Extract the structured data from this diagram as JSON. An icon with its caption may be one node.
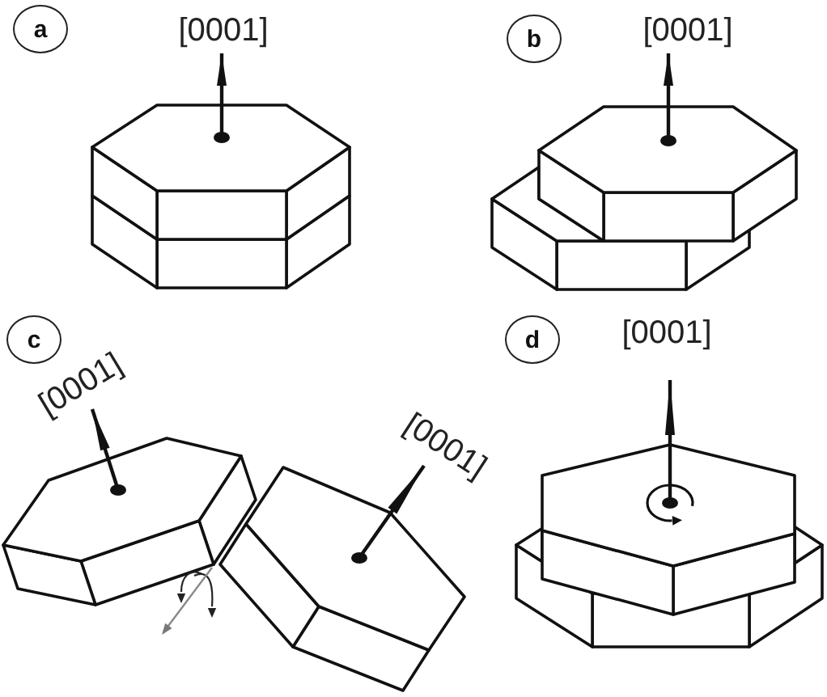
{
  "diagram": {
    "nodes": [
      {
        "text": [
          "a"
        ]
      },
      {
        "text": [
          "b"
        ]
      },
      {
        "text": [
          "c"
        ]
      },
      {
        "text": [
          "d"
        ]
      }
    ],
    "labels": [
      "[0001]",
      "[0001]",
      "[0001]",
      "[0001]",
      "[0001]"
    ]
  }
}
